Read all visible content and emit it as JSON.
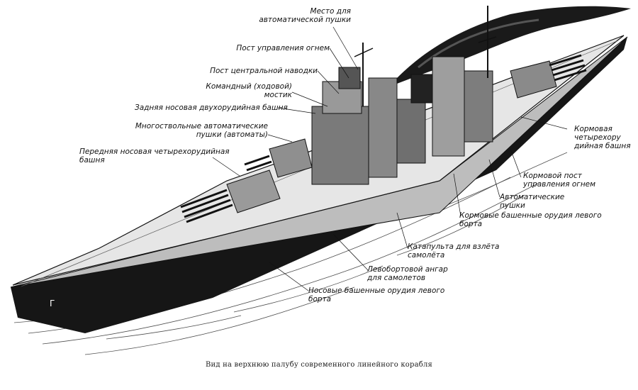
{
  "caption": "Вид на верхнюю палубу современного линейного корабля",
  "labels": {
    "mesto": [
      "Место для",
      "автоматической пушки"
    ],
    "post_ognem": [
      "Пост управления огнем"
    ],
    "post_navodki": [
      "Пост центральной наводки"
    ],
    "komandny": [
      "Командный (ходовой)",
      "мостик"
    ],
    "zadnyaya_nos": [
      "Задняя носовая двухорудийная башня"
    ],
    "mnogostv": [
      "Многоствольные автоматические",
      "пушки (автоматы)"
    ],
    "perednyaya": [
      "Передняя носовая четырехорудийная",
      "башня"
    ],
    "kormovaya_bashnya": [
      "Кормовая",
      "четырехору",
      "дийная башня"
    ],
    "kormovoy_post": [
      "Кормовой пост",
      "управления огнем"
    ],
    "avtomaticheskie": [
      "Автоматические",
      "пушки"
    ],
    "kormovye_orudiya": [
      "Кормовые башенные орудия левого",
      "борта"
    ],
    "katapulta": [
      "Катапульта для взлёта",
      "самолёта"
    ],
    "angar": [
      "Левобортовой ангар",
      "для самолетов"
    ],
    "nosovye_orudiya": [
      "Носовые башенные орудия левого",
      "борта"
    ]
  },
  "colors": {
    "ink": "#111111",
    "paper": "#ffffff"
  }
}
